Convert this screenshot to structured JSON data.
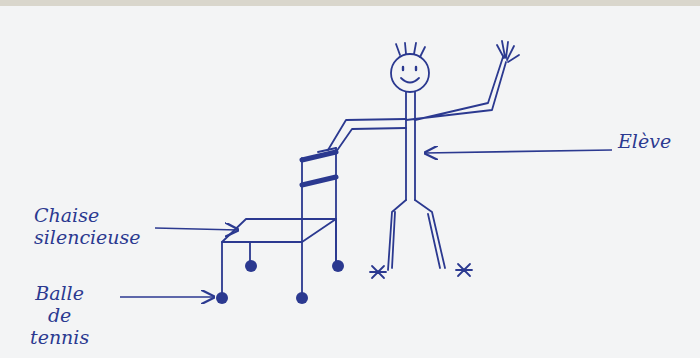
{
  "diagram": {
    "labels": [
      "Chaise silencieuse",
      "Balle de tennis",
      "Elève"
    ]
  }
}
